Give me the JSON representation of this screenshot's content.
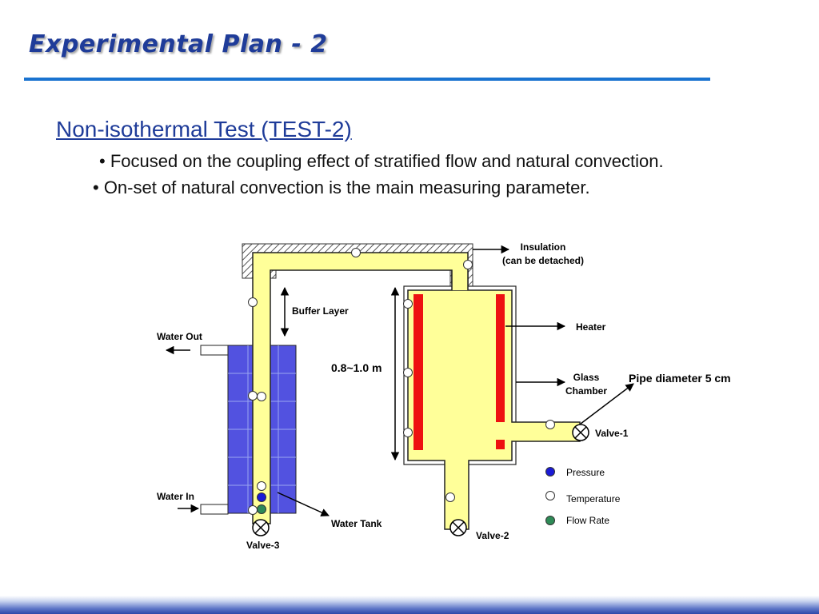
{
  "slide": {
    "title": "Experimental Plan - 2",
    "subtitle": "Non-isothermal Test (TEST-2)",
    "bullets": [
      "• Focused on the coupling effect of stratified flow and natural convection.",
      "• On-set of natural convection is the main measuring parameter."
    ]
  },
  "diagram": {
    "labels": {
      "insulation_line1": "Insulation",
      "insulation_line2": "(can be detached)",
      "buffer_layer": "Buffer Layer",
      "heater": "Heater",
      "water_out": "Water Out",
      "water_in": "Water In",
      "height": "0.8~1.0 m",
      "glass_line1": "Glass",
      "glass_line2": "Chamber",
      "pipe_diameter": "Pipe diameter 5 cm",
      "valve_1": "Valve-1",
      "valve_2": "Valve-2",
      "valve_3": "Valve-3",
      "water_tank": "Water Tank"
    },
    "legend": [
      {
        "label": "Pressure",
        "color": "#1a1ad6"
      },
      {
        "label": "Temperature",
        "color": "#ffffff"
      },
      {
        "label": "Flow Rate",
        "color": "#2e8b57"
      }
    ]
  },
  "colors": {
    "title": "#1f3c99",
    "pipe_fill": "#ffff99",
    "tank_fill": "#5252e0",
    "heater": "#ee1111",
    "rule": "#1a73d0"
  }
}
